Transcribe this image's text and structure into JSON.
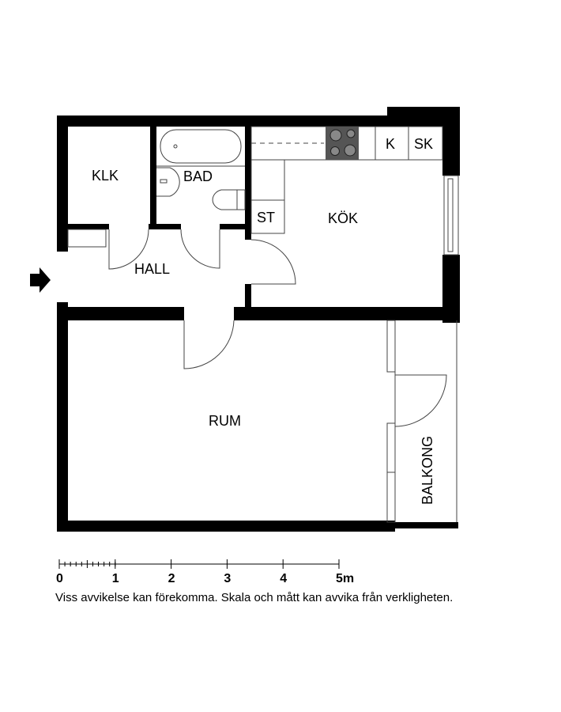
{
  "rooms": {
    "klk": "KLK",
    "bad": "BAD",
    "hall": "HALL",
    "kok": "KÖK",
    "st": "ST",
    "k": "K",
    "sk": "SK",
    "rum": "RUM",
    "balkong": "BALKONG"
  },
  "scale_bar": {
    "labels": [
      "0",
      "1",
      "2",
      "3",
      "4",
      "5m"
    ],
    "max_m": 5
  },
  "disclaimer": "Viss avvikelse kan förekomma. Skala och mått kan avvika från verkligheten.",
  "colors": {
    "wall": "#000000",
    "stove": "#555555"
  }
}
